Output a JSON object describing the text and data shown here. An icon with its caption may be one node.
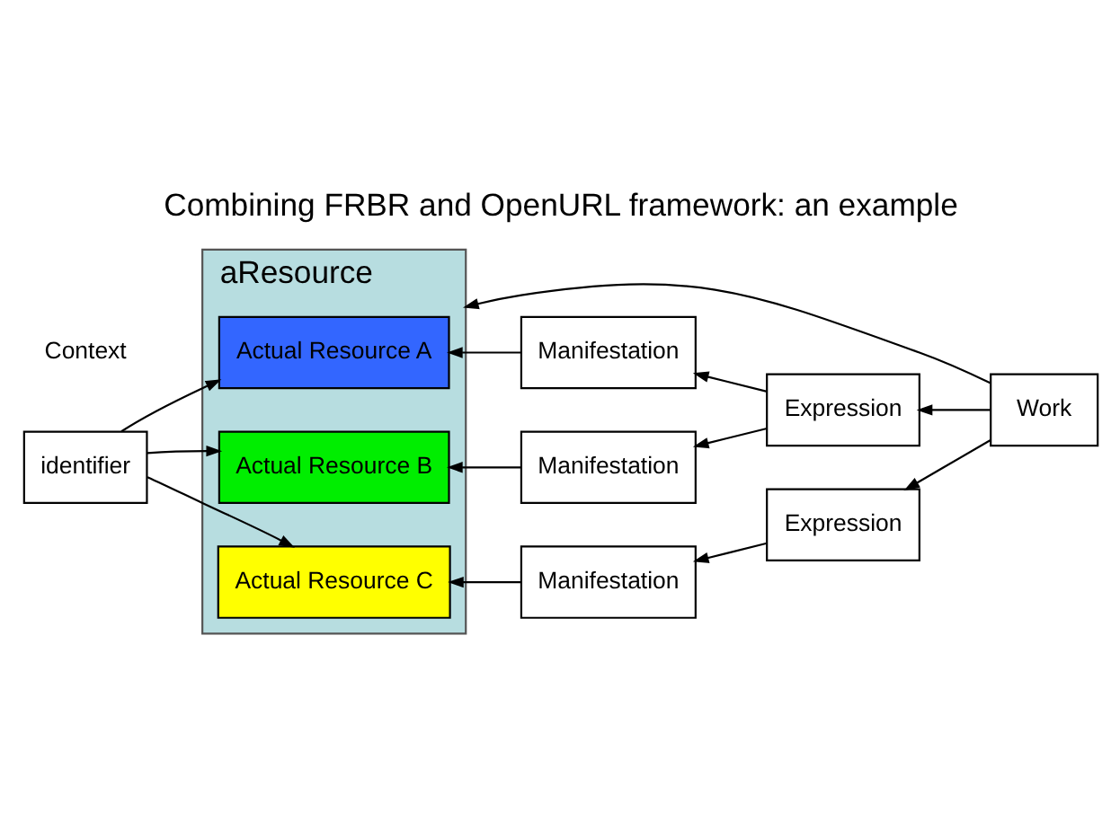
{
  "diagram": {
    "title": "Combining FRBR and OpenURL framework: an example",
    "nodes": [
      {
        "text": [
          "aResource"
        ]
      },
      {
        "text": [
          "Actual Resource A"
        ],
        "in": 0
      },
      {
        "text": [
          "Actual Resource B"
        ],
        "in": 0
      },
      {
        "text": [
          "Actual Resource C"
        ],
        "in": 0
      },
      {
        "text": [
          "identifier"
        ]
      },
      {
        "text": [
          "Work"
        ]
      },
      {
        "text": [
          "Manifestation"
        ]
      },
      {
        "text": [
          "Expression"
        ]
      },
      {
        "text": [
          "Manifestation"
        ]
      },
      {
        "text": [
          "Expression"
        ]
      },
      {
        "text": [
          "Manifestation"
        ]
      }
    ],
    "edges": [
      {
        "from": 4,
        "to": 1,
        "arrow": "to"
      },
      {
        "from": 4,
        "to": 2,
        "arrow": "to"
      },
      {
        "from": 4,
        "to": 3,
        "arrow": "to"
      },
      {
        "from": 5,
        "to": 0,
        "arrow": "to"
      },
      {
        "from": 5,
        "to": 7,
        "arrow": "to"
      },
      {
        "from": 5,
        "to": 9,
        "arrow": "to"
      },
      {
        "from": 7,
        "to": 6,
        "arrow": "to"
      },
      {
        "from": 7,
        "to": 8,
        "arrow": "to"
      },
      {
        "from": 9,
        "to": 10,
        "arrow": "to"
      },
      {
        "from": 6,
        "to": 1,
        "arrow": "to"
      },
      {
        "from": 8,
        "to": 2,
        "arrow": "to"
      },
      {
        "from": 10,
        "to": 3,
        "arrow": "to"
      }
    ],
    "labels": [
      "Context"
    ]
  }
}
